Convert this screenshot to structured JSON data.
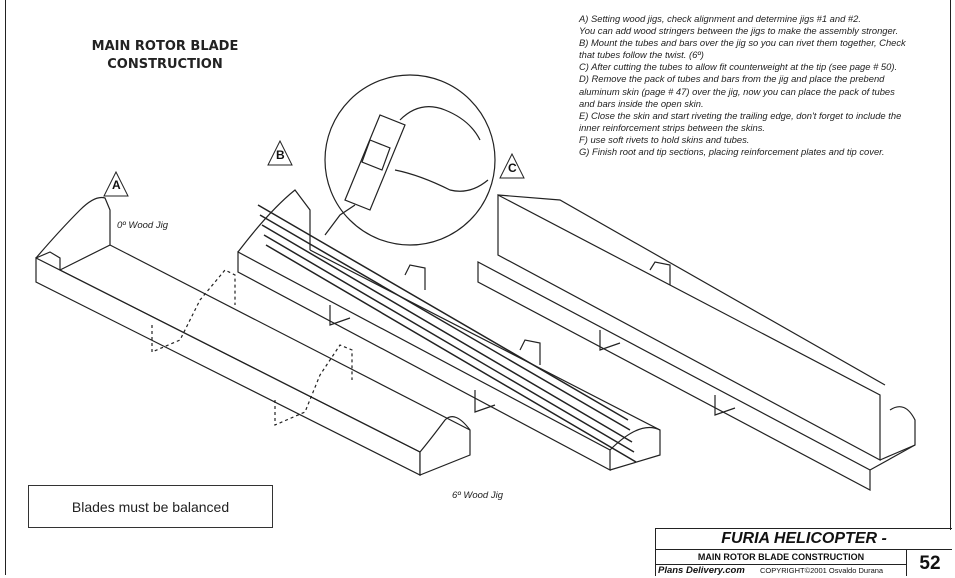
{
  "page": {
    "title_line1": "MAIN ROTOR BLADE",
    "title_line2": "CONSTRUCTION",
    "notes": [
      "A) Setting wood jigs, check alignment and determine jigs #1 and #2.",
      "You can add wood stringers  between the jigs to make the assembly stronger.",
      "B) Mount the tubes and bars over the jig so you can rivet them together, Check",
      "that tubes follow the twist. (6º)",
      "C) After cutting the tubes to allow fit counterweight at  the tip (see page # 50).",
      "D) Remove the pack of tubes and bars from the jig and place the prebend",
      "aluminum skin (page # 47) over the jig, now you can place the pack of tubes",
      "and bars inside the open skin.",
      "E) Close the skin and start riveting the trailing edge, don't forget to include the",
      "inner reinforcement strips between the skins.",
      "F) use soft rivets to hold skins and tubes.",
      "G) Finish root and tip sections, placing reinforcement plates and tip cover."
    ]
  },
  "figure": {
    "step_a": "A",
    "step_b": "B",
    "step_c": "C",
    "jig_0_label": "0º Wood Jig",
    "jig_6_label": "6º Wood Jig",
    "balanced_note": "Blades must be balanced"
  },
  "title_block": {
    "project": "FURIA HELICOPTER -",
    "sheet_title": "MAIN ROTOR BLADE CONSTRUCTION",
    "page_number": "52",
    "publisher": "Plans Delivery.com",
    "copyright": "COPYRIGHT©2001 Osvaldo Durana"
  }
}
